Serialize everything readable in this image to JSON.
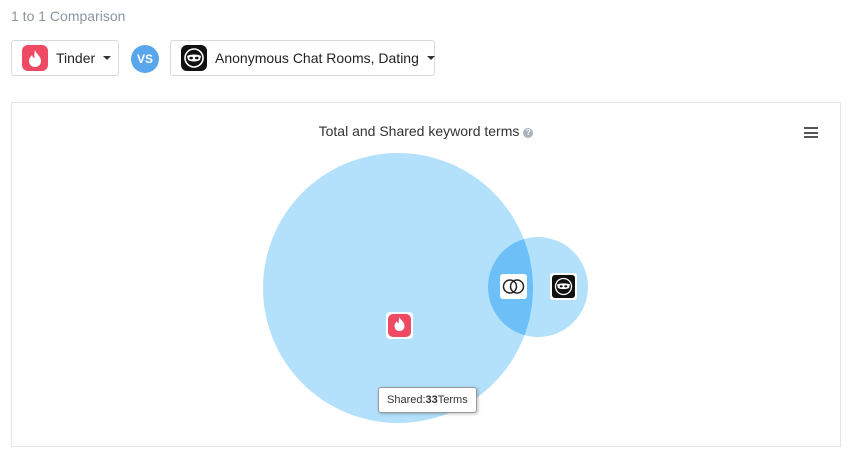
{
  "page": {
    "heading": "1 to 1 Comparison"
  },
  "selectors": {
    "left": {
      "label": "Tinder",
      "icon": "tinder-flame-icon",
      "color": "#ef4a63"
    },
    "vs_label": "VS",
    "right": {
      "label": "Anonymous Chat Rooms, Dating",
      "icon": "anonymous-chat-mask-icon",
      "color": "#111111"
    }
  },
  "chart": {
    "title": "Total and Shared keyword terms",
    "help_icon": "question-mark-icon",
    "menu_icon": "hamburger-menu-icon"
  },
  "chart_data": {
    "type": "venn",
    "title": "Total and Shared keyword terms",
    "sets": [
      {
        "name": "Tinder",
        "icon": "tinder-flame-icon",
        "color": "#b3e0fb"
      },
      {
        "name": "Anonymous Chat Rooms, Dating",
        "icon": "anonymous-chat-mask-icon",
        "color": "#b3e0fb"
      }
    ],
    "intersection": {
      "icon": "overlap-circles-icon",
      "color": "#6cc0f7",
      "shared_terms": 33
    }
  },
  "tooltip": {
    "prefix": "Shared:",
    "value": "33",
    "suffix": " Terms"
  }
}
